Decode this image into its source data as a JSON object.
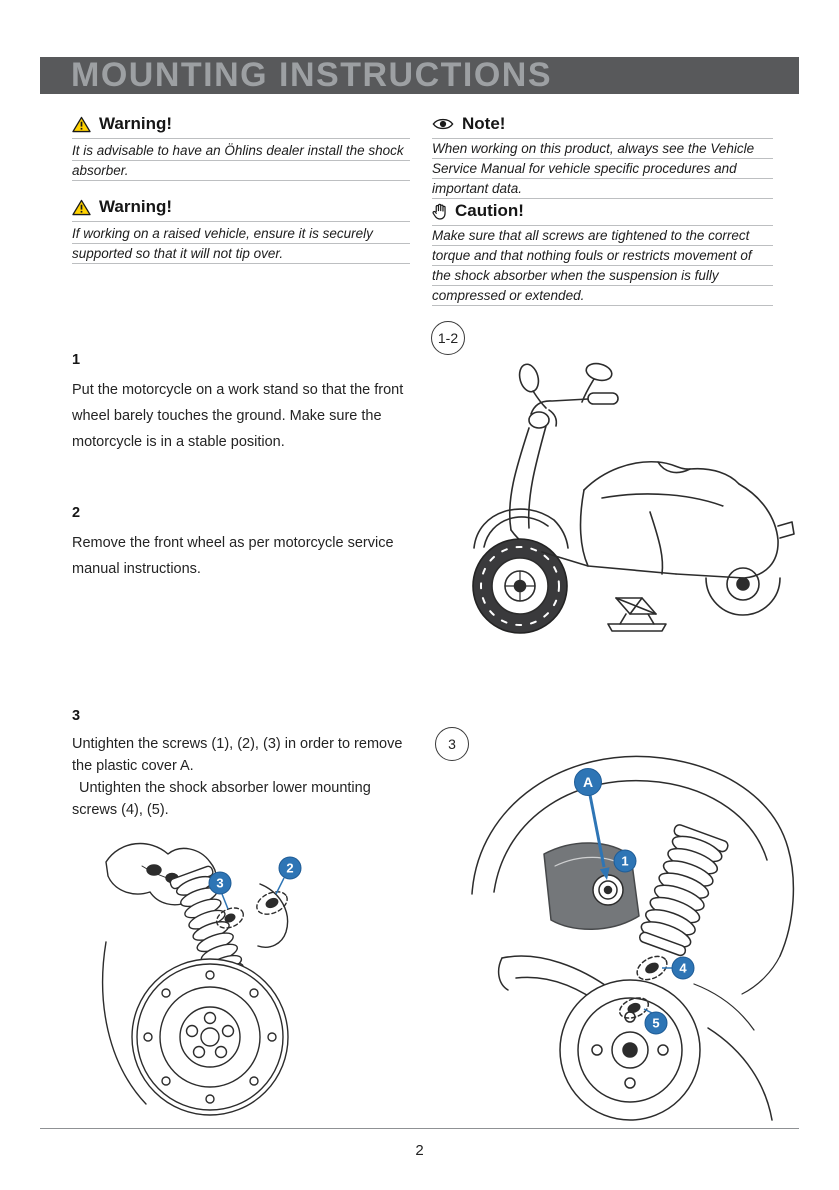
{
  "page": {
    "title": "MOUNTING INSTRUCTIONS",
    "number": "2"
  },
  "colors": {
    "header_bg": "#58595b",
    "header_text": "#9da0a3",
    "callout_blue": "#2e75b5",
    "warning_yellow": "#ffd200",
    "rule_gray": "#bdbfc1"
  },
  "icons": {
    "warning": "warning-triangle-icon",
    "note": "eye-icon",
    "caution": "hand-icon"
  },
  "notices": {
    "warning1": {
      "heading": "Warning!",
      "body": "It is advisable to have an Öhlins dealer install the shock absorber."
    },
    "warning2": {
      "heading": "Warning!",
      "body": "If working on a raised vehicle, ensure it is securely supported so that it will not tip over."
    },
    "note": {
      "heading": "Note!",
      "body": "When working on this product, always see the Vehicle Service Manual for vehicle specific procedures and important data."
    },
    "caution": {
      "heading": "Caution!",
      "body": "Make sure that all screws are tightened to the correct torque and that nothing fouls or restricts movement of the shock absorber when the suspension is fully compressed or extended."
    }
  },
  "steps": [
    {
      "number": "1",
      "text": "Put the motorcycle on a work stand so that the front wheel barely touches the ground. Make sure the motorcycle is in a stable position."
    },
    {
      "number": "2",
      "text": "Remove the front wheel as per motorcycle service manual instructions."
    },
    {
      "number": "3",
      "text1": "Untighten the screws (1), (2), (3) in order to remove the plastic cover A.",
      "text2": "Untighten the shock absorber lower mounting screws (4), (5)."
    }
  ],
  "figures": {
    "fig12": {
      "label": "1-2"
    },
    "fig3": {
      "label": "3"
    },
    "rear_detail": {
      "callouts": {
        "c2": "2",
        "c3": "3"
      }
    },
    "front_detail": {
      "callouts": {
        "a": "A",
        "c1": "1",
        "c4": "4",
        "c5": "5"
      }
    }
  }
}
